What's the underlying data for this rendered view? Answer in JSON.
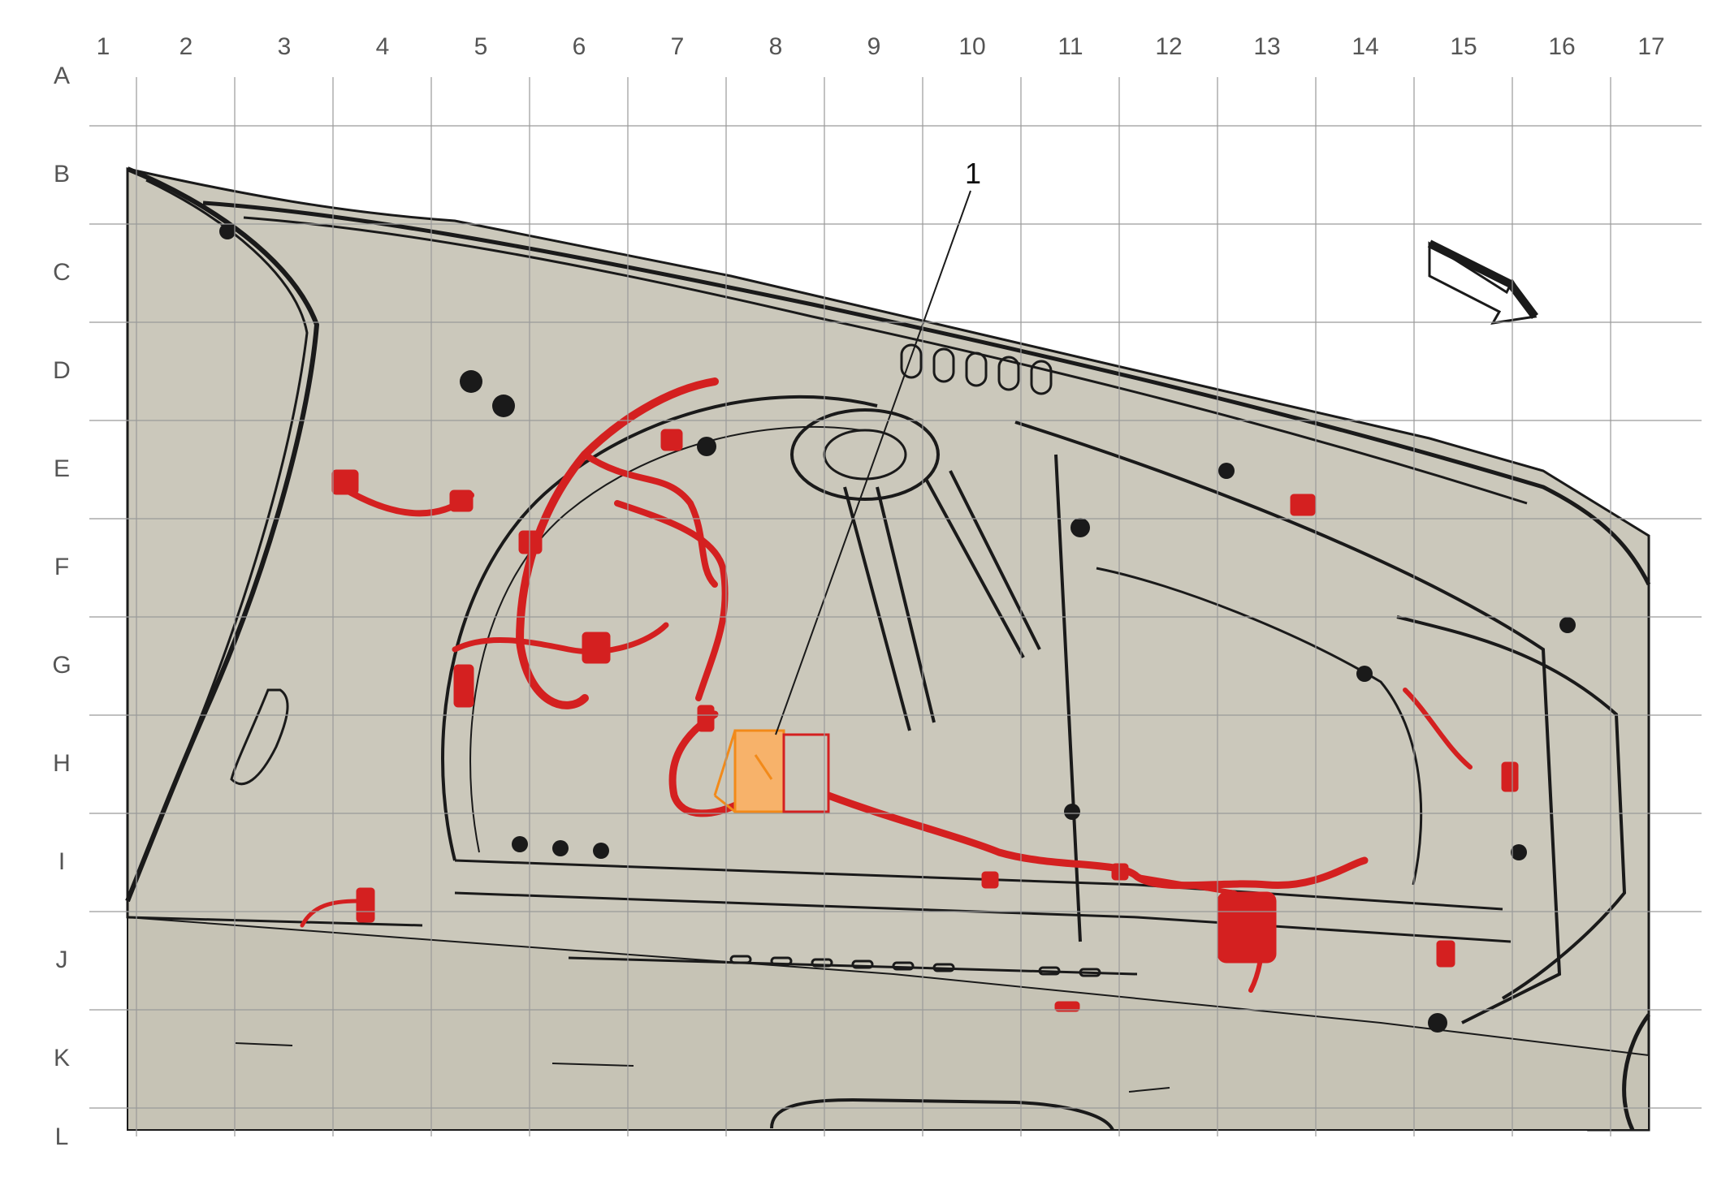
{
  "grid": {
    "columns": [
      "1",
      "2",
      "3",
      "4",
      "5",
      "6",
      "7",
      "8",
      "9",
      "10",
      "11",
      "12",
      "13",
      "14",
      "15",
      "16",
      "17"
    ],
    "rows": [
      "A",
      "B",
      "C",
      "D",
      "E",
      "F",
      "G",
      "H",
      "I",
      "J",
      "K",
      "L"
    ]
  },
  "callouts": [
    {
      "label": "1"
    }
  ],
  "colors": {
    "background_fill": "#cbc8bb",
    "outline": "#1a1a1a",
    "harness": "#d42020",
    "highlight": "#f28a1a",
    "grid_line": "#9a9a9a"
  },
  "icons": {
    "orientation_arrow": "front-direction-arrow-icon"
  }
}
